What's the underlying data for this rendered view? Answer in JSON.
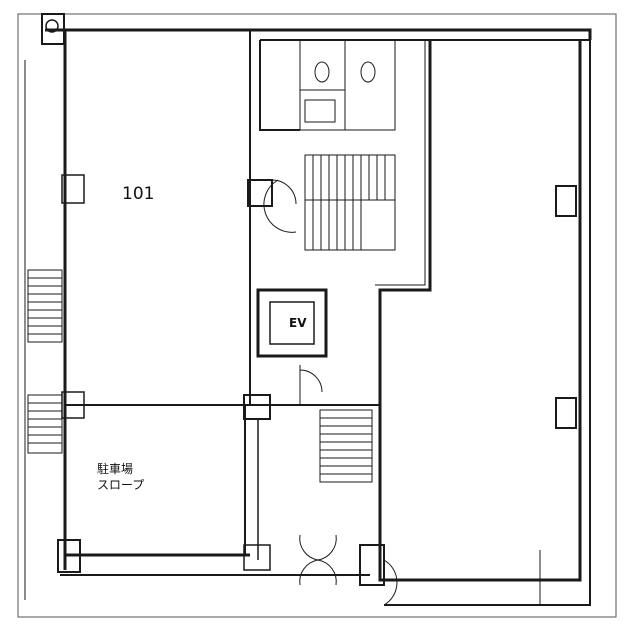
{
  "rooms": {
    "unit_101": "101",
    "elevator": "EV",
    "parking_line1": "駐車場",
    "parking_line2": "スロープ"
  },
  "colors": {
    "line": "#1a1a1a",
    "background": "#ffffff"
  }
}
